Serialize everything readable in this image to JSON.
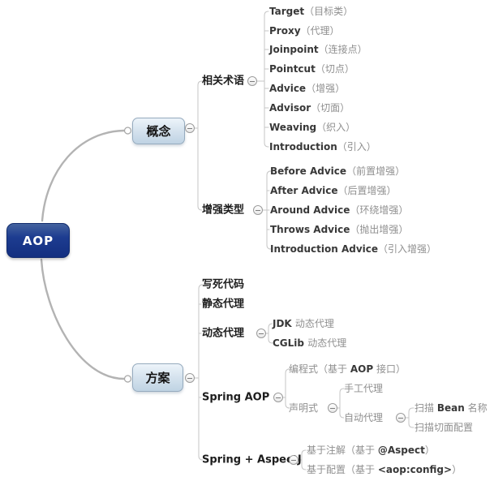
{
  "colors": {
    "root_node_blue": "#16358a",
    "root_text": "#ffffff",
    "branch_node_bg": "#cfe0ec",
    "branch_node_border": "#96abbe",
    "latin_text": "#383838",
    "cjk_text": "#8f8f8f",
    "branch_label_text": "#1d1d1d",
    "bracket_line": "#c6c6c6",
    "root_curve": "#b3b3b3"
  },
  "tree": {
    "id": "aop",
    "label": "AOP",
    "children": [
      {
        "id": "concept",
        "label": "概念",
        "children": [
          {
            "id": "terms",
            "segments": [
              [
                "相关术语",
                "label"
              ]
            ],
            "children": [
              {
                "id": "t-target",
                "segments": [
                  [
                    "Target",
                    "en"
                  ],
                  [
                    "（目标类）",
                    "cn"
                  ]
                ]
              },
              {
                "id": "t-proxy",
                "segments": [
                  [
                    "Proxy",
                    "en"
                  ],
                  [
                    "（代理）",
                    "cn"
                  ]
                ]
              },
              {
                "id": "t-joinpoint",
                "segments": [
                  [
                    "Joinpoint",
                    "en"
                  ],
                  [
                    "（连接点）",
                    "cn"
                  ]
                ]
              },
              {
                "id": "t-pointcut",
                "segments": [
                  [
                    "Pointcut",
                    "en"
                  ],
                  [
                    "（切点）",
                    "cn"
                  ]
                ]
              },
              {
                "id": "t-advice",
                "segments": [
                  [
                    "Advice",
                    "en"
                  ],
                  [
                    "（增强）",
                    "cn"
                  ]
                ]
              },
              {
                "id": "t-advisor",
                "segments": [
                  [
                    "Advisor",
                    "en"
                  ],
                  [
                    "（切面）",
                    "cn"
                  ]
                ]
              },
              {
                "id": "t-weaving",
                "segments": [
                  [
                    "Weaving",
                    "en"
                  ],
                  [
                    "（织入）",
                    "cn"
                  ]
                ]
              },
              {
                "id": "t-introduction",
                "segments": [
                  [
                    "Introduction",
                    "en"
                  ],
                  [
                    "（引入）",
                    "cn"
                  ]
                ]
              }
            ]
          },
          {
            "id": "types",
            "segments": [
              [
                "增强类型",
                "label"
              ]
            ],
            "children": [
              {
                "id": "a-before",
                "segments": [
                  [
                    "Before Advice",
                    "en"
                  ],
                  [
                    "（前置增强）",
                    "cn"
                  ]
                ]
              },
              {
                "id": "a-after",
                "segments": [
                  [
                    "After Advice",
                    "en"
                  ],
                  [
                    "（后置增强）",
                    "cn"
                  ]
                ]
              },
              {
                "id": "a-around",
                "segments": [
                  [
                    "Around Advice",
                    "en"
                  ],
                  [
                    "（环绕增强）",
                    "cn"
                  ]
                ]
              },
              {
                "id": "a-throws",
                "segments": [
                  [
                    "Throws Advice",
                    "en"
                  ],
                  [
                    "（抛出增强）",
                    "cn"
                  ]
                ]
              },
              {
                "id": "a-introduction",
                "segments": [
                  [
                    "Introduction Advice",
                    "en"
                  ],
                  [
                    "（引入增强）",
                    "cn"
                  ]
                ]
              }
            ]
          }
        ]
      },
      {
        "id": "plan",
        "label": "方案",
        "children": [
          {
            "id": "hardcode",
            "segments": [
              [
                "写死代码",
                "label"
              ]
            ]
          },
          {
            "id": "staticproxy",
            "segments": [
              [
                "静态代理",
                "label"
              ]
            ]
          },
          {
            "id": "dynamicproxy",
            "segments": [
              [
                "动态代理",
                "label"
              ]
            ],
            "children": [
              {
                "id": "jdk",
                "segments": [
                  [
                    "JDK ",
                    "en"
                  ],
                  [
                    "动态代理",
                    "cn"
                  ]
                ]
              },
              {
                "id": "cglib",
                "segments": [
                  [
                    "CGLib ",
                    "en"
                  ],
                  [
                    "动态代理",
                    "cn"
                  ]
                ]
              }
            ]
          },
          {
            "id": "springaop",
            "segments": [
              [
                "Spring AOP",
                "label"
              ]
            ],
            "children": [
              {
                "id": "programmatic",
                "segments": [
                  [
                    "编程式（基于 ",
                    "cn"
                  ],
                  [
                    "AOP",
                    "en"
                  ],
                  [
                    " 接口）",
                    "cn"
                  ]
                ]
              },
              {
                "id": "declarative",
                "segments": [
                  [
                    "声明式",
                    "cn"
                  ]
                ],
                "children": [
                  {
                    "id": "manualproxy",
                    "segments": [
                      [
                        "手工代理",
                        "cn"
                      ]
                    ]
                  },
                  {
                    "id": "autoproxy",
                    "segments": [
                      [
                        "自动代理",
                        "cn"
                      ]
                    ],
                    "children": [
                      {
                        "id": "scanbean",
                        "segments": [
                          [
                            "扫描 ",
                            "cn"
                          ],
                          [
                            "Bean",
                            "en"
                          ],
                          [
                            " 名称",
                            "cn"
                          ]
                        ]
                      },
                      {
                        "id": "scanaspect",
                        "segments": [
                          [
                            "扫描切面配置",
                            "cn"
                          ]
                        ]
                      }
                    ]
                  }
                ]
              }
            ]
          },
          {
            "id": "aspectj",
            "segments": [
              [
                "Spring + AspectJ",
                "label"
              ]
            ],
            "children": [
              {
                "id": "byannotation",
                "segments": [
                  [
                    "基于注解（基于 ",
                    "cn"
                  ],
                  [
                    "@Aspect",
                    "en"
                  ],
                  [
                    "）",
                    "cn"
                  ]
                ]
              },
              {
                "id": "byconfig",
                "segments": [
                  [
                    "基于配置（基于 ",
                    "cn"
                  ],
                  [
                    "<aop:config>",
                    "en"
                  ],
                  [
                    "）",
                    "cn"
                  ]
                ]
              }
            ]
          }
        ]
      }
    ]
  }
}
